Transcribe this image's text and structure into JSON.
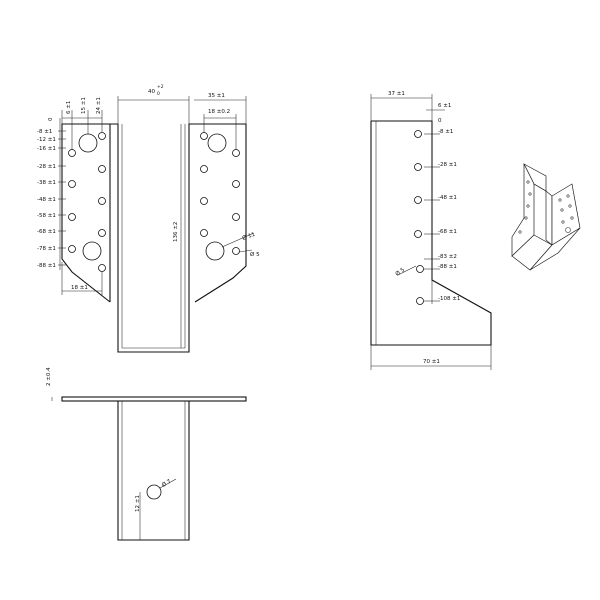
{
  "front_view": {
    "left_col_header_dims": [
      "0",
      "6 ±1",
      "15 ±1",
      "24 ±1"
    ],
    "row_dims": [
      "-8 ±1",
      "-12 ±1",
      "-16 ±1",
      "-28 ±1",
      "-38 ±1",
      "-48 ±1",
      "-58 ±1",
      "-68 ±1",
      "-78 ±1",
      "-88 ±1"
    ],
    "width_dim": "40",
    "width_tol_upper": "+2",
    "width_tol_lower": "0",
    "right_flange_dim": "35 ±1",
    "hole_spacing_dim": "18 ±0.2",
    "height_dim": "136 ±2",
    "large_hole_dim": "Ø 11",
    "small_hole_dim": "Ø 5",
    "bottom_dim": "18 ±1"
  },
  "side_view": {
    "width_dim": "37 ±1",
    "top_dim": "6 ±1",
    "zero_dim": "0",
    "row_dims": [
      "-8 ±1",
      "-28 ±1",
      "-48 ±1",
      "-68 ±1",
      "-83 ±2",
      "-88 ±1",
      "-108 ±1"
    ],
    "hole_dim": "Ø 5",
    "base_dim": "70 ±1"
  },
  "bottom_view": {
    "thickness_dim": "2 ±0.4",
    "hole_dim": "Ø 7",
    "offset_dim": "12 ±1"
  },
  "iso_view": {
    "icon": "joist-hanger-isometric-icon"
  }
}
